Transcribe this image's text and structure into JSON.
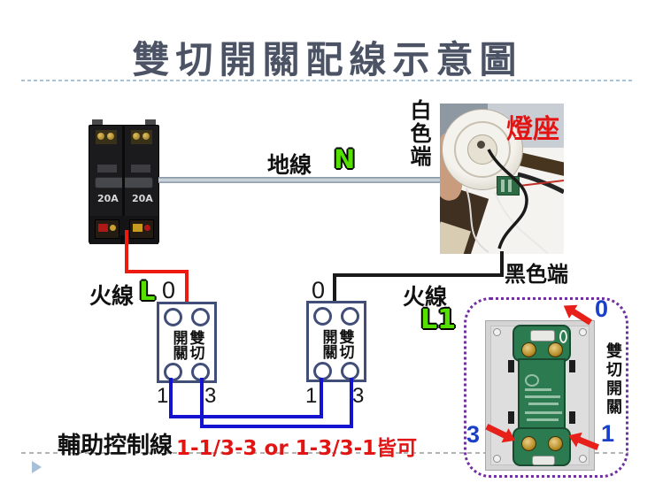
{
  "title": "雙切開關配線示意圖",
  "breaker": {
    "rating_left": "20A",
    "rating_right": "20A"
  },
  "wire_labels": {
    "ground": "地線",
    "ground_code": "N",
    "white_end": "白色端",
    "lamp_holder": "燈座",
    "black_end": "黑色端",
    "live_left": "火線",
    "live_left_code": "L",
    "live_right": "火線",
    "live_right_code": "L1",
    "aux": "輔助控制線",
    "aux_note": "1-1/3-3 or 1-3/3-1皆可"
  },
  "switch_left": {
    "terminal_top": "0",
    "terminal_1": "1",
    "terminal_3": "3",
    "col_left": "開關",
    "col_right": "雙切"
  },
  "switch_right": {
    "terminal_top": "0",
    "terminal_1": "1",
    "terminal_3": "3",
    "col_left": "開關",
    "col_right": "雙切"
  },
  "switch_photo": {
    "caption": "雙切開關",
    "terminal_0": "0",
    "terminal_3": "3",
    "terminal_1": "1"
  },
  "colors": {
    "title": "#4b5365",
    "code_green": "#55e000",
    "wire_red": "#ed1a10",
    "wire_blue": "#1313d0",
    "wire_black": "#1a1a1a",
    "terminal_label_blue": "#1a3fc8",
    "lamp_caption_red": "#e31414",
    "callout_purple": "#7030a0",
    "diagram_box_blue": "#414e78"
  }
}
